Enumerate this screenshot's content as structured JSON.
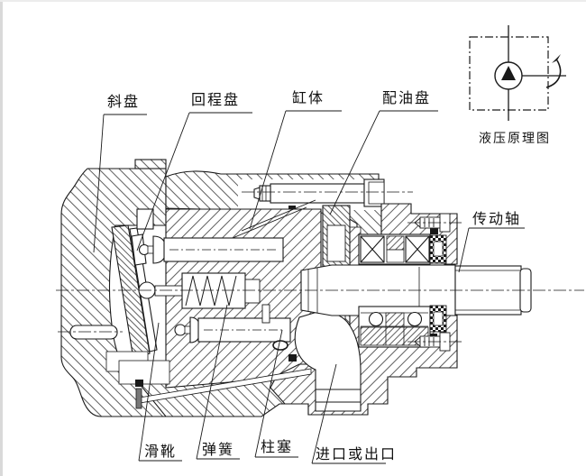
{
  "figure": {
    "kind": "pump-cross-section-with-schematic",
    "line_color": "#1a1a1a",
    "background": "#ffffff"
  },
  "labels": {
    "swash_plate": "斜盘",
    "return_plate": "回程盘",
    "cylinder_block": "缸体",
    "valve_plate": "配油盘",
    "drive_shaft": "传动轴",
    "slipper": "滑靴",
    "spring": "弹簧",
    "piston": "柱塞",
    "inlet_outlet": "进口或出口",
    "schematic_caption": "液压原理图"
  }
}
